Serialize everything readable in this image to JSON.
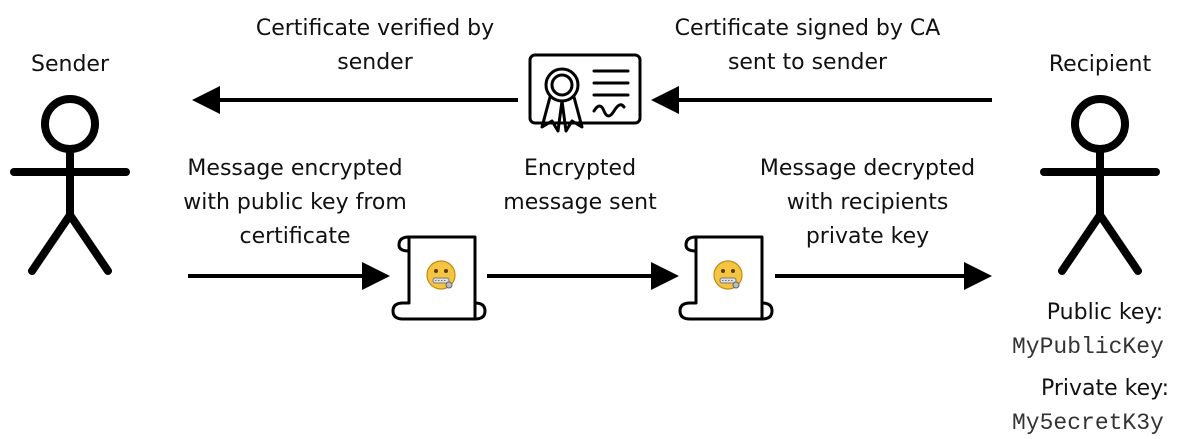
{
  "actors": {
    "sender": {
      "name": "Sender"
    },
    "recipient": {
      "name": "Recipient",
      "public_key_label": "Public key:",
      "public_key_value": "MyPublicKey",
      "private_key_label": "Private key:",
      "private_key_value": "My5ecretK3y"
    }
  },
  "steps": {
    "cert_signed": [
      "Certificate signed by CA",
      "sent to sender"
    ],
    "cert_verified": [
      "Certificate verified by",
      "sender"
    ],
    "msg_encrypted": [
      "Message encrypted",
      "with public key from",
      "certificate"
    ],
    "msg_sent": [
      "Encrypted",
      "message sent"
    ],
    "msg_decrypted": [
      "Message decrypted",
      "with recipients",
      "private key"
    ]
  },
  "icons": {
    "certificate": "certificate-icon",
    "message_scroll": "scroll-icon",
    "zipper_mouth": "zipper-mouth-face-icon"
  }
}
